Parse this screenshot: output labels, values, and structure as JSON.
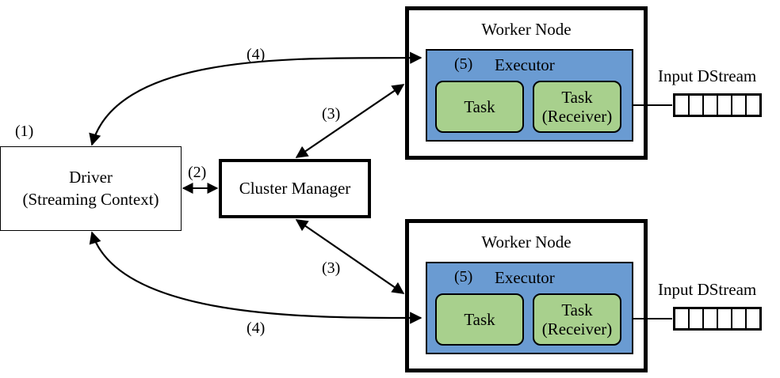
{
  "driver": {
    "line1": "Driver",
    "line2": "(Streaming Context)"
  },
  "cluster_manager": {
    "label": "Cluster Manager"
  },
  "workers": [
    {
      "title": "Worker Node",
      "executor_num": "(5)",
      "executor_label": "Executor",
      "task": "Task",
      "receiver_line1": "Task",
      "receiver_line2": "(Receiver)",
      "input_label": "Input DStream"
    },
    {
      "title": "Worker Node",
      "executor_num": "(5)",
      "executor_label": "Executor",
      "task": "Task",
      "receiver_line1": "Task",
      "receiver_line2": "(Receiver)",
      "input_label": "Input DStream"
    }
  ],
  "step_labels": {
    "step1": "(1)",
    "step2": "(2)",
    "step3_top": "(3)",
    "step3_bottom": "(3)",
    "step4_top": "(4)",
    "step4_bottom": "(4)"
  },
  "colors": {
    "executor": "#6a9bd2",
    "task": "#a8d08d",
    "stroke": "#000000"
  }
}
